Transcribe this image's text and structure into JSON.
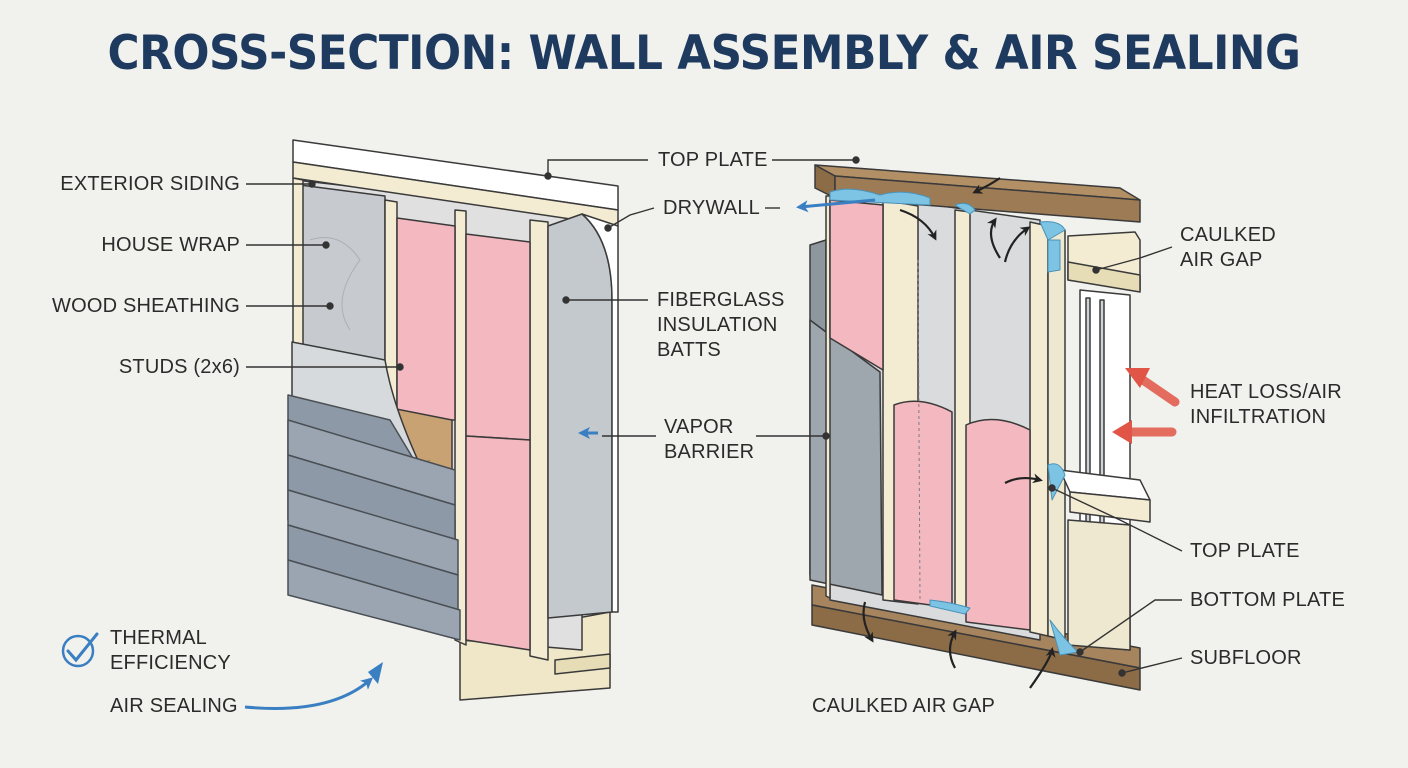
{
  "title": "CROSS-SECTION: WALL ASSEMBLY & AIR SEALING",
  "labels": {
    "exterior_siding": "EXTERIOR SIDING",
    "house_wrap": "HOUSE WRAP",
    "wood_sheathing": "WOOD SHEATHING",
    "studs": "STUDS (2x6)",
    "top_plate_top": "TOP PLATE",
    "drywall": "DRYWALL",
    "fiberglass": "FIBERGLASS INSULATION BATTS",
    "vapor_barrier": "VAPOR BARRIER",
    "caulked_air_gap_right": "CAULKED AIR GAP",
    "heat_loss": "HEAT LOSS/AIR INFILTRATION",
    "top_plate_right": "TOP PLATE",
    "bottom_plate": "BOTTOM PLATE",
    "subfloor": "SUBFLOOR",
    "caulked_air_gap_bottom": "CAULKED AIR GAP",
    "thermal_efficiency": "THERMAL EFFICIENCY",
    "air_sealing": "AIR SEALING"
  },
  "colors": {
    "title": "#1f3a5f",
    "insulation": "#f4b8c0",
    "wood": "#f3ecd2",
    "siding": "#8d99a6",
    "sheathing": "#c9a274",
    "drywall": "#b6bcc2",
    "sill": "#9a7a56",
    "caulk": "#7cc3e4",
    "arrow_blue": "#3a7fc1",
    "arrow_red": "#e05545"
  },
  "icons": [
    "check-circle-icon",
    "curved-arrow-icon",
    "heat-loss-arrow-icon"
  ]
}
